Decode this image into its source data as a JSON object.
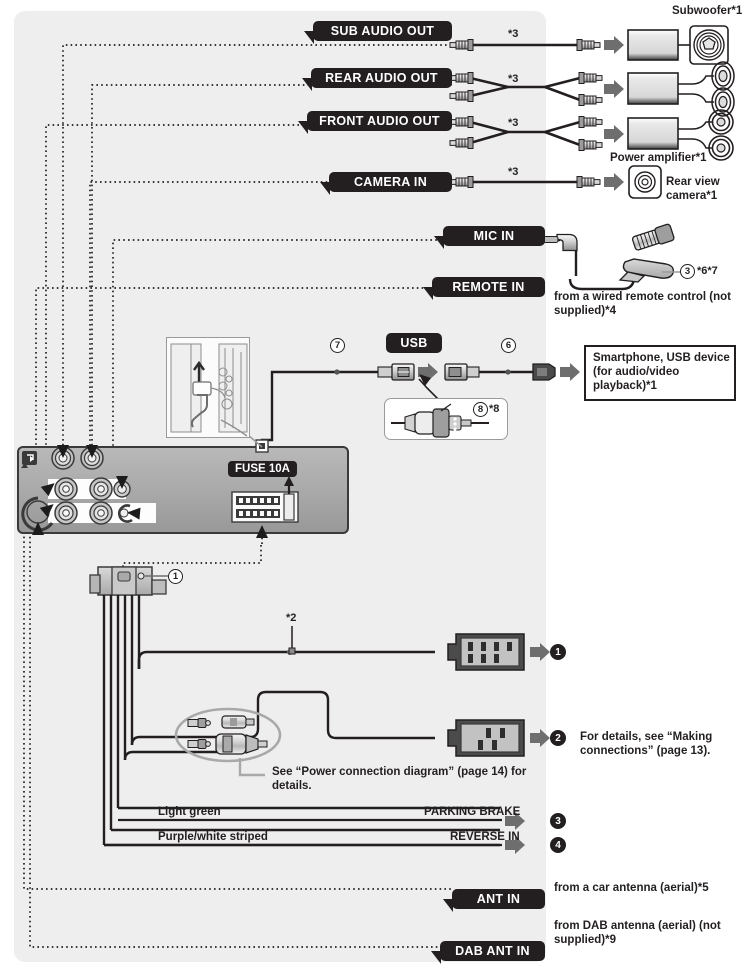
{
  "diagram": {
    "title": "Car stereo connection diagram",
    "bg_panel_color": "#eeeeee",
    "unit_color": "#a6a6a6",
    "ink": "#231f20"
  },
  "ports": [
    {
      "id": "sub-audio-out",
      "label": "SUB AUDIO OUT",
      "note": "*3"
    },
    {
      "id": "rear-audio-out",
      "label": "REAR AUDIO OUT",
      "note": "*3"
    },
    {
      "id": "front-audio-out",
      "label": "FRONT AUDIO OUT",
      "note": "*3"
    },
    {
      "id": "camera-in",
      "label": "CAMERA IN",
      "note": "*3"
    },
    {
      "id": "mic-in",
      "label": "MIC IN",
      "note": ""
    },
    {
      "id": "remote-in",
      "label": "REMOTE IN",
      "note": ""
    },
    {
      "id": "usb",
      "label": "USB",
      "note": ""
    },
    {
      "id": "ant-in",
      "label": "ANT IN",
      "note": ""
    },
    {
      "id": "dab-ant-in",
      "label": "DAB ANT IN",
      "note": ""
    }
  ],
  "devices": {
    "subwoofer": "Subwoofer*1",
    "power_amplifier": "Power amplifier*1",
    "rear_view_camera": "Rear view\ncamera*1",
    "rear_view_camera_l1": "Rear view",
    "rear_view_camera_l2": "camera*1",
    "smartphone_box": "Smartphone, USB device (for audio/video playback)*1",
    "remote_text": "from a wired remote control (not supplied)*4",
    "ant_text": "from a car antenna (aerial)*5",
    "dab_text": "from DAB antenna (aerial) (not supplied)*9"
  },
  "callouts": {
    "fuse": "FUSE 10A",
    "mic_marker": "*6*7",
    "mic_num": "3",
    "usb_cable_num": "7",
    "usb_ext_num": "6",
    "usb_adapter_num": "8",
    "usb_adapter_note": "*8",
    "harness_num": "1",
    "harness_note": "*2",
    "power_diagram_note": "See “Power connection diagram” (page 14) for details.",
    "making_connections_note": "For details, see “Making connections” (page 13)."
  },
  "wires": [
    {
      "num": "1",
      "label": "",
      "terminal": "connector-4pin"
    },
    {
      "num": "2",
      "label": "",
      "terminal": "connector-power"
    },
    {
      "num": "3",
      "label": "Light green",
      "terminal": "PARKING BRAKE"
    },
    {
      "num": "4",
      "label": "Purple/white striped",
      "terminal": "REVERSE IN"
    }
  ],
  "signal_labels": {
    "parking_brake": "PARKING BRAKE",
    "reverse_in": "REVERSE IN",
    "light_green": "Light green",
    "purple_white": "Purple/white striped"
  }
}
